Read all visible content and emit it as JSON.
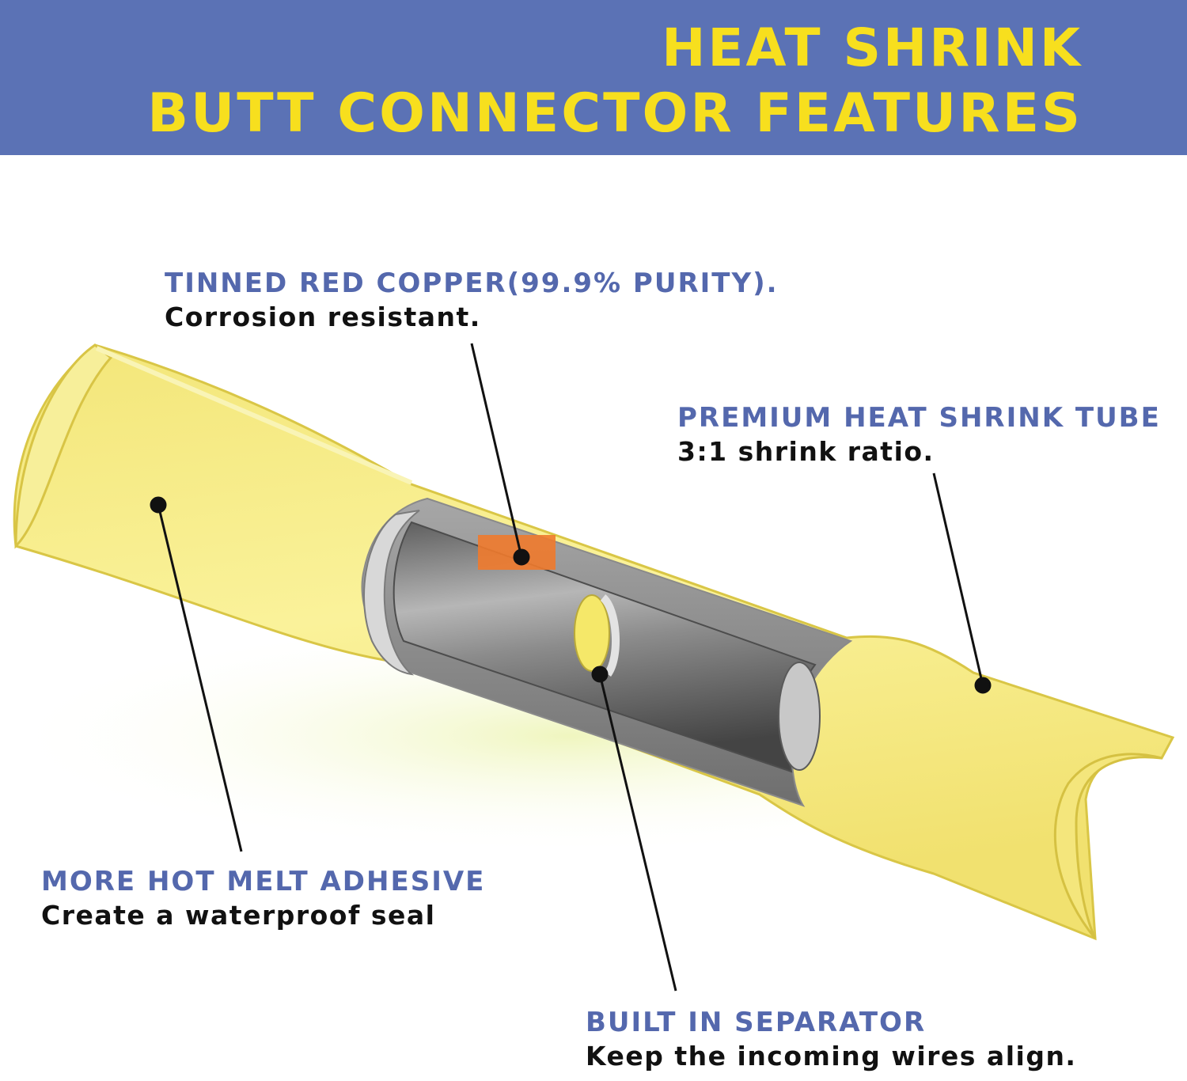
{
  "header": {
    "title_line1": "HEAT SHRINK",
    "title_line2": "BUTT CONNECTOR FEATURES",
    "background_color": "#5b72b5",
    "title_color": "#f7df1e"
  },
  "callouts": [
    {
      "id": "copper",
      "heading": "TINNED RED COPPER(99.9% PURITY).",
      "subtext": "Corrosion resistant."
    },
    {
      "id": "tube",
      "heading": "PREMIUM HEAT SHRINK TUBE",
      "subtext": "3:1 shrink ratio."
    },
    {
      "id": "adhesive",
      "heading": "MORE HOT MELT ADHESIVE",
      "subtext": "Create a waterproof seal"
    },
    {
      "id": "separator",
      "heading": "BUILT IN SEPARATOR",
      "subtext": "Keep the incoming wires align."
    }
  ],
  "colors": {
    "callout_heading": "#5468ad",
    "callout_subtext": "#111111",
    "tube_yellow": "#f6ec86",
    "copper_highlight": "#f07a2c"
  }
}
